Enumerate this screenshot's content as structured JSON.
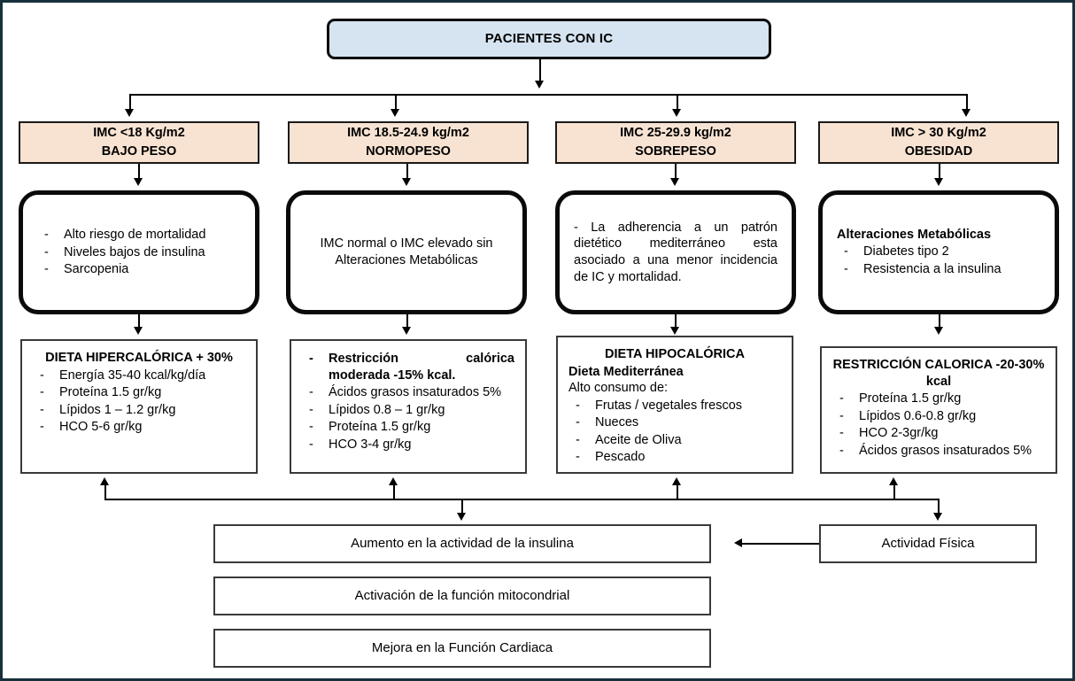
{
  "diagram": {
    "title_node": {
      "label": "PACIENTES CON IC"
    },
    "categories": [
      {
        "line1": "IMC <18 Kg/m2",
        "line2": "BAJO PESO"
      },
      {
        "line1": "IMC 18.5-24.9 kg/m2",
        "line2": "NORMOPESO"
      },
      {
        "line1": "IMC 25-29.9 kg/m2",
        "line2": "SOBREPESO"
      },
      {
        "line1": "IMC > 30 Kg/m2",
        "line2": "OBESIDAD"
      }
    ],
    "descriptions": [
      {
        "bullets": [
          "Alto riesgo de mortalidad",
          "Niveles bajos de insulina",
          "Sarcopenia"
        ]
      },
      {
        "text_line1": "IMC normal o IMC elevado sin",
        "text_line2": "Alteraciones Metabólicas"
      },
      {
        "paragraph": "- La adherencia a un patrón dietético mediterráneo esta asociado a una menor incidencia de IC y mortalidad."
      },
      {
        "heading": "Alteraciones Metabólicas",
        "bullets": [
          "Diabetes tipo 2",
          "Resistencia a la insulina"
        ]
      }
    ],
    "diets": [
      {
        "heading_center": "DIETA HIPERCALÓRICA + 30%",
        "bullets": [
          "Energía 35-40 kcal/kg/día",
          "Proteína 1.5 gr/kg",
          "Lípidos 1 – 1.2 gr/kg",
          "HCO 5-6 gr/kg"
        ]
      },
      {
        "bold_bullet": "Restricción calórica moderada -15% kcal.",
        "bullets": [
          "Ácidos grasos insaturados 5%",
          "Lípidos 0.8 – 1 gr/kg",
          "Proteína 1.5 gr/kg",
          "HCO 3-4 gr/kg"
        ]
      },
      {
        "heading_center": "DIETA HIPOCALÓRICA",
        "subheading": "Dieta Mediterránea",
        "intro": "Alto consumo de:",
        "bullets": [
          "Frutas / vegetales frescos",
          "Nueces",
          "Aceite de Oliva",
          "Pescado"
        ]
      },
      {
        "heading_center": "RESTRICCIÓN CALORICA  -20-30% kcal",
        "bullets": [
          "Proteína 1.5 gr/kg",
          "Lípidos 0.6-0.8 gr/kg",
          "HCO 2-3gr/kg",
          "Ácidos grasos insaturados 5%"
        ]
      }
    ],
    "outcomes": [
      {
        "label": "Aumento en la actividad de la insulina"
      },
      {
        "label": "Activación de la función mitocondrial"
      },
      {
        "label": "Mejora en la Función Cardiaca"
      }
    ],
    "activity_node": {
      "label": "Actividad Física"
    },
    "colors": {
      "title_fill": "#d6e3f0",
      "category_fill": "#f8e3d2",
      "node_border": "#0a0a0a",
      "frame_border": "#17313c",
      "connector": "#000000"
    }
  }
}
